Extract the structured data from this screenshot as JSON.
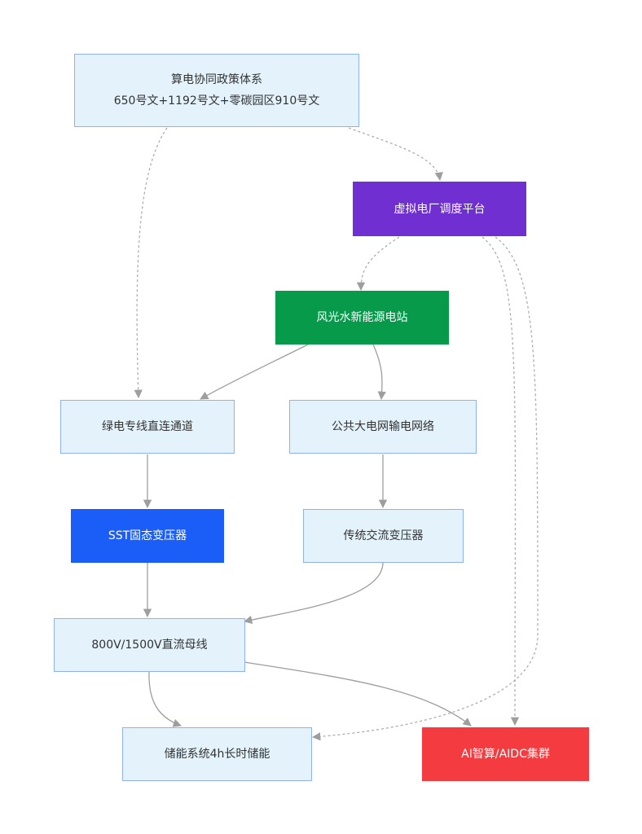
{
  "diagram": {
    "nodes": {
      "policy": {
        "line1": "算电协同政策体系",
        "line2": "650号文+1192号文+零碳园区910号文"
      },
      "vpp": {
        "label": "虚拟电厂调度平台",
        "color": "#6f2fd1"
      },
      "renewable": {
        "label": "风光水新能源电站",
        "color": "#079a4b"
      },
      "green_line": {
        "label": "绿电专线直连通道"
      },
      "public_grid": {
        "label": "公共大电网输电网络"
      },
      "sst": {
        "label": "SST固态变压器",
        "color": "#1a5ef7"
      },
      "trad_transformer": {
        "label": "传统交流变压器"
      },
      "dc_bus": {
        "label": "800V/1500V直流母线"
      },
      "storage": {
        "label": "储能系统4h长时储能"
      },
      "ai_cluster": {
        "label": "AI智算/AIDC集群",
        "color": "#f43b3f"
      }
    },
    "edges": [
      {
        "from": "policy",
        "to": "green_line",
        "style": "dashed"
      },
      {
        "from": "policy",
        "to": "vpp",
        "style": "dashed"
      },
      {
        "from": "vpp",
        "to": "renewable",
        "style": "dashed"
      },
      {
        "from": "vpp",
        "to": "ai_cluster",
        "style": "dashed"
      },
      {
        "from": "vpp",
        "to": "storage",
        "style": "dashed"
      },
      {
        "from": "renewable",
        "to": "green_line",
        "style": "solid"
      },
      {
        "from": "renewable",
        "to": "public_grid",
        "style": "solid"
      },
      {
        "from": "green_line",
        "to": "sst",
        "style": "solid"
      },
      {
        "from": "public_grid",
        "to": "trad_transformer",
        "style": "solid"
      },
      {
        "from": "sst",
        "to": "dc_bus",
        "style": "solid"
      },
      {
        "from": "trad_transformer",
        "to": "dc_bus",
        "style": "solid"
      },
      {
        "from": "dc_bus",
        "to": "storage",
        "style": "solid"
      },
      {
        "from": "dc_bus",
        "to": "ai_cluster",
        "style": "solid"
      }
    ]
  }
}
